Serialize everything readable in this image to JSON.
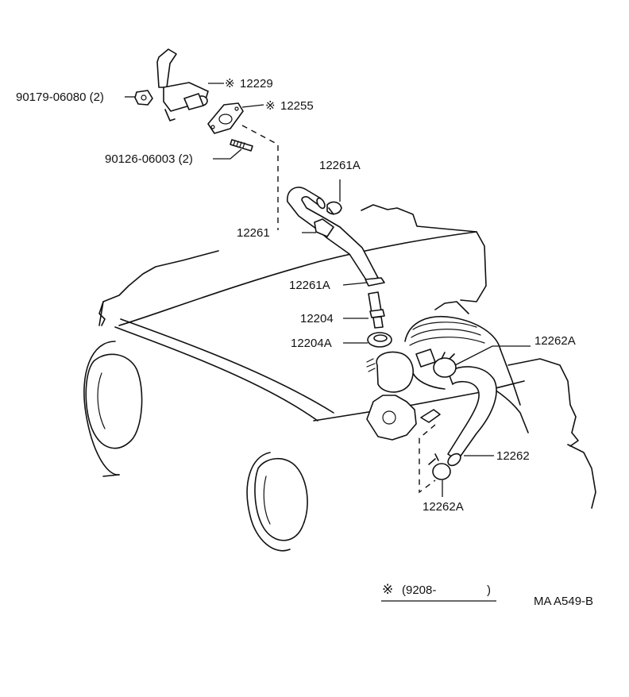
{
  "labels": {
    "bolt_90179": "90179-06080 (2)",
    "p12229": "12229",
    "p12255": "12255",
    "stud_90126": "90126-06003 (2)",
    "p12261A_top": "12261A",
    "p12261": "12261",
    "p12261A_bottom": "12261A",
    "p12204": "12204",
    "p12204A": "12204A",
    "p12262A_top": "12262A",
    "p12262": "12262",
    "p12262A_bottom": "12262A"
  },
  "footnote": {
    "mark": "※",
    "text": "(9208-",
    "close": ")"
  },
  "mark_symbol": "※",
  "drawing_code": "MA A549-B"
}
